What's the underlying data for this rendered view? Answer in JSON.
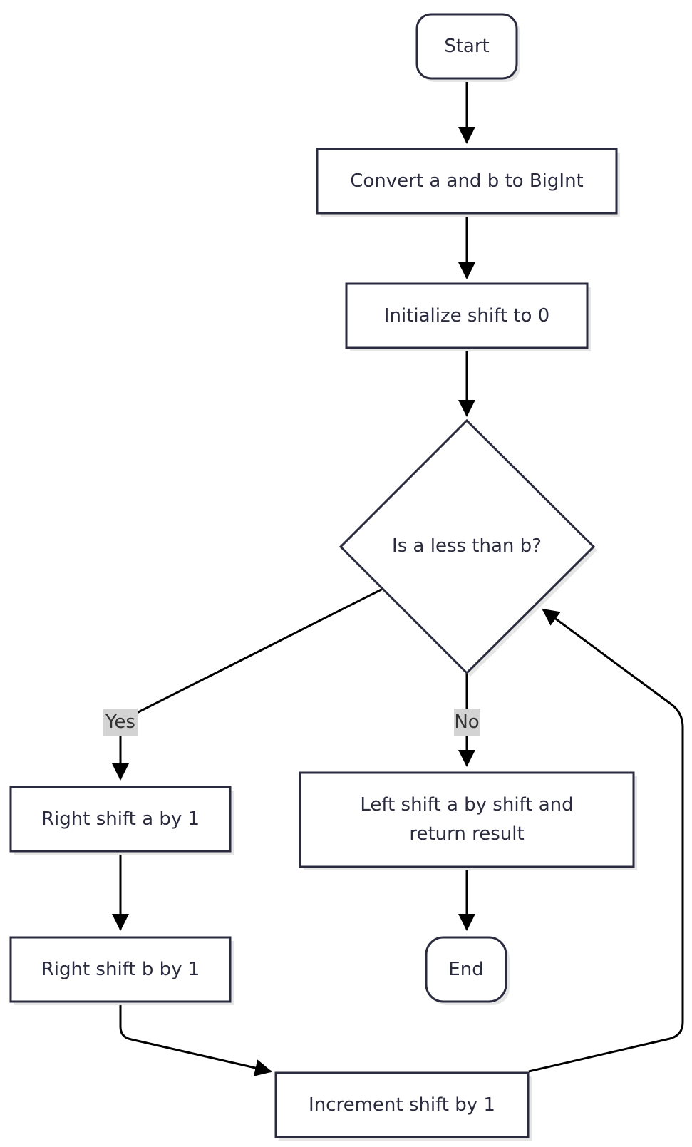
{
  "diagram": {
    "nodes": {
      "start": "Start",
      "convert": "Convert a and b to BigInt",
      "init": "Initialize shift to 0",
      "decision": "Is a less than b?",
      "right_a": "Right shift a by 1",
      "left_shift_line1": "Left shift a by shift and",
      "left_shift_line2": "return result",
      "right_b": "Right shift b by 1",
      "end": "End",
      "increment": "Increment shift by 1"
    },
    "edge_labels": {
      "yes": "Yes",
      "no": "No"
    },
    "colors": {
      "node_stroke": "#2b2b40",
      "edge": "#000000",
      "label_background": "#d3d3d3"
    }
  }
}
